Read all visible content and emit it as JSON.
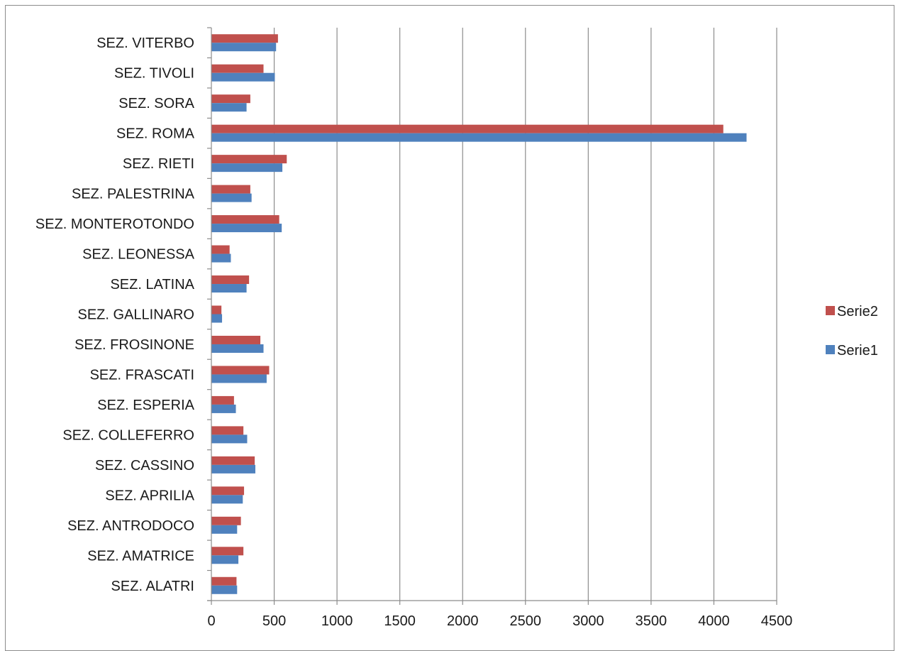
{
  "chart_data": {
    "type": "bar",
    "orientation": "horizontal",
    "title": "",
    "xlabel": "",
    "ylabel": "",
    "categories": [
      "SEZ. ALATRI",
      "SEZ. AMATRICE",
      "SEZ. ANTRODOCO",
      "SEZ. APRILIA",
      "SEZ. CASSINO",
      "SEZ. COLLEFERRO",
      "SEZ. ESPERIA",
      "SEZ. FRASCATI",
      "SEZ. FROSINONE",
      "SEZ. GALLINARO",
      "SEZ. LATINA",
      "SEZ. LEONESSA",
      "SEZ. MONTEROTONDO",
      "SEZ. PALESTRINA",
      "SEZ. RIETI",
      "SEZ. ROMA",
      "SEZ. SORA",
      "SEZ. TIVOLI",
      "SEZ. VITERBO"
    ],
    "series": [
      {
        "name": "Serie1",
        "color": "#4f81bd",
        "values": [
          205,
          215,
          205,
          250,
          350,
          285,
          195,
          440,
          415,
          85,
          280,
          155,
          560,
          320,
          565,
          4260,
          280,
          505,
          515
        ]
      },
      {
        "name": "Serie2",
        "color": "#c0504d",
        "values": [
          200,
          255,
          235,
          260,
          345,
          255,
          180,
          460,
          390,
          80,
          300,
          145,
          540,
          310,
          600,
          4075,
          310,
          415,
          530
        ]
      }
    ],
    "xlim": [
      0,
      4500
    ],
    "xticks": [
      "0",
      "500",
      "1000",
      "1500",
      "2000",
      "2500",
      "3000",
      "3500",
      "4000",
      "4500"
    ],
    "grid": "vertical major gridlines",
    "legend": {
      "position": "right",
      "entries": [
        "Serie2",
        "Serie1"
      ]
    }
  }
}
